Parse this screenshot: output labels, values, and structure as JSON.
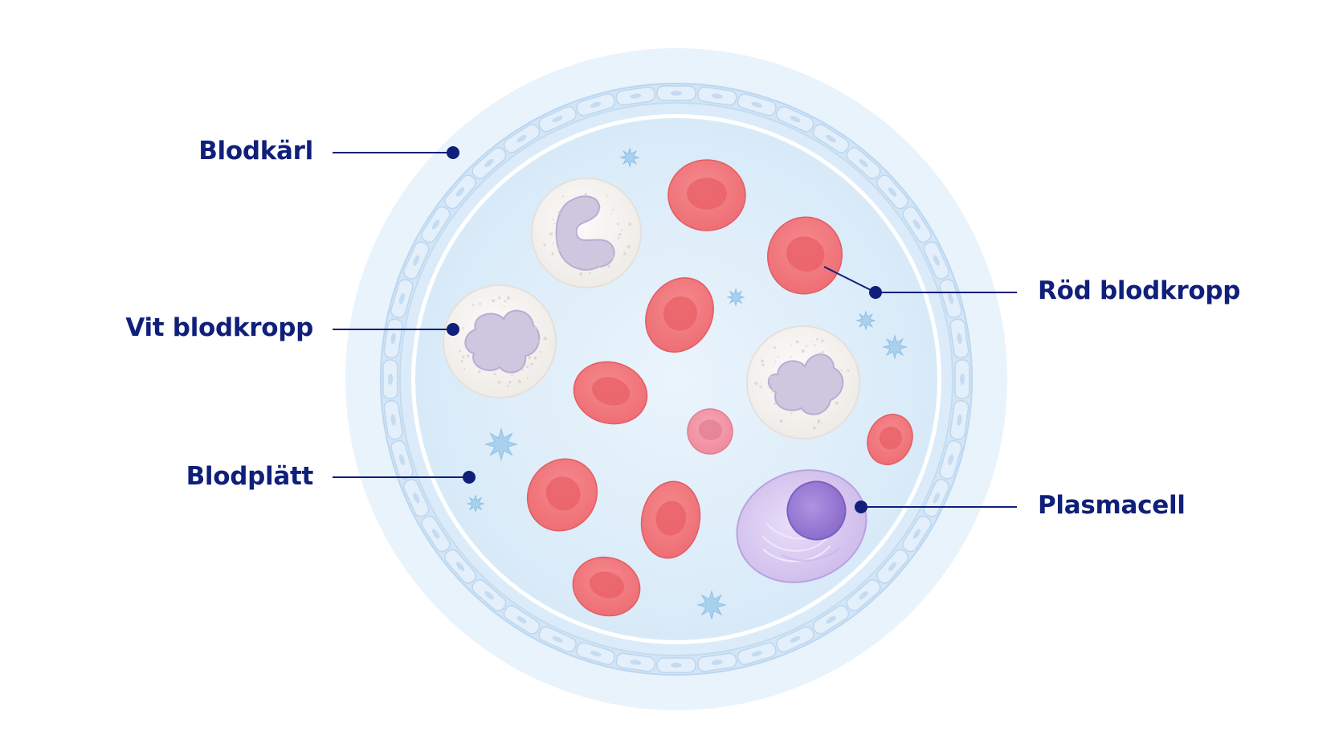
{
  "colors": {
    "label": "#0f1f7a",
    "leader": "#0f1f7a",
    "vessel_outer": "#e8f2fc",
    "vessel_wall": "#cfe3f6",
    "plasma": "#dfeefa",
    "red_cell": "#f07b7f",
    "red_cell_center": "#e85f66",
    "white_cell": "#f8f6f4",
    "nucleus": "#c9c0dc",
    "platelet": "#a9d1ee",
    "plasma_cell": "#d8c9ef",
    "plasma_cell_nucleus": "#9b7ed6"
  },
  "labels": {
    "blood_vessel": "Blodkärl",
    "white_cell": "Vit blodkropp",
    "platelet": "Blodplätt",
    "red_cell": "Röd blodkropp",
    "plasma_cell": "Plasmacell"
  },
  "icons": {
    "blood_vessel": "vessel-cross-section-icon",
    "red_cell": "red-blood-cell-icon",
    "white_cell": "white-blood-cell-icon",
    "platelet": "platelet-icon",
    "plasma_cell": "plasma-cell-icon"
  }
}
